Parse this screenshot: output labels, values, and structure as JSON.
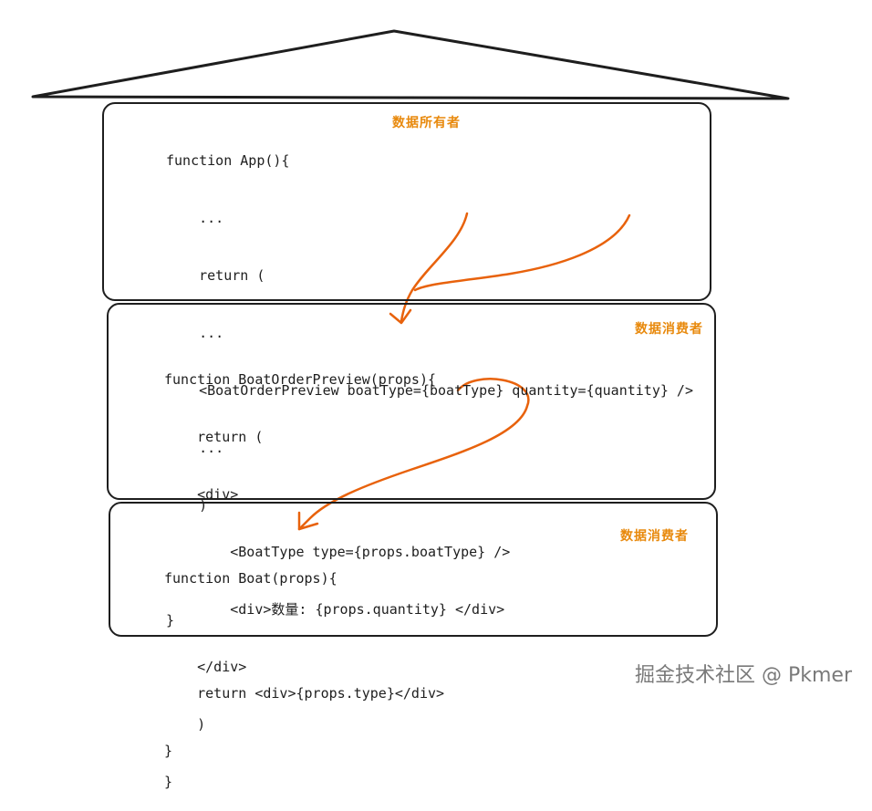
{
  "app_box": {
    "lines": [
      "function App(){",
      "    ...",
      "    return (",
      "    ...",
      "    <BoatOrderPreview boatType={boatType} quantity={quantity} />",
      "    ...",
      "    )",
      "",
      "}"
    ],
    "label": "数据所有者"
  },
  "preview_box": {
    "lines": [
      "function BoatOrderPreview(props){",
      "    return (",
      "    <div>",
      "        <BoatType type={props.boatType} />",
      "        <div>数量: {props.quantity} </div>",
      "    </div>",
      "    )",
      "}"
    ],
    "label": "数据消费者"
  },
  "boat_box": {
    "lines": [
      "function Boat(props){",
      "",
      "    return <div>{props.type}</div>",
      "}"
    ],
    "label": "数据消费者"
  },
  "watermark": "掘金技术社区 @ Pkmer",
  "colors": {
    "stroke": "#1e1e1e",
    "arrow": "#e8620c",
    "label": "#e8890c",
    "watermark": "#7a7a7a"
  }
}
